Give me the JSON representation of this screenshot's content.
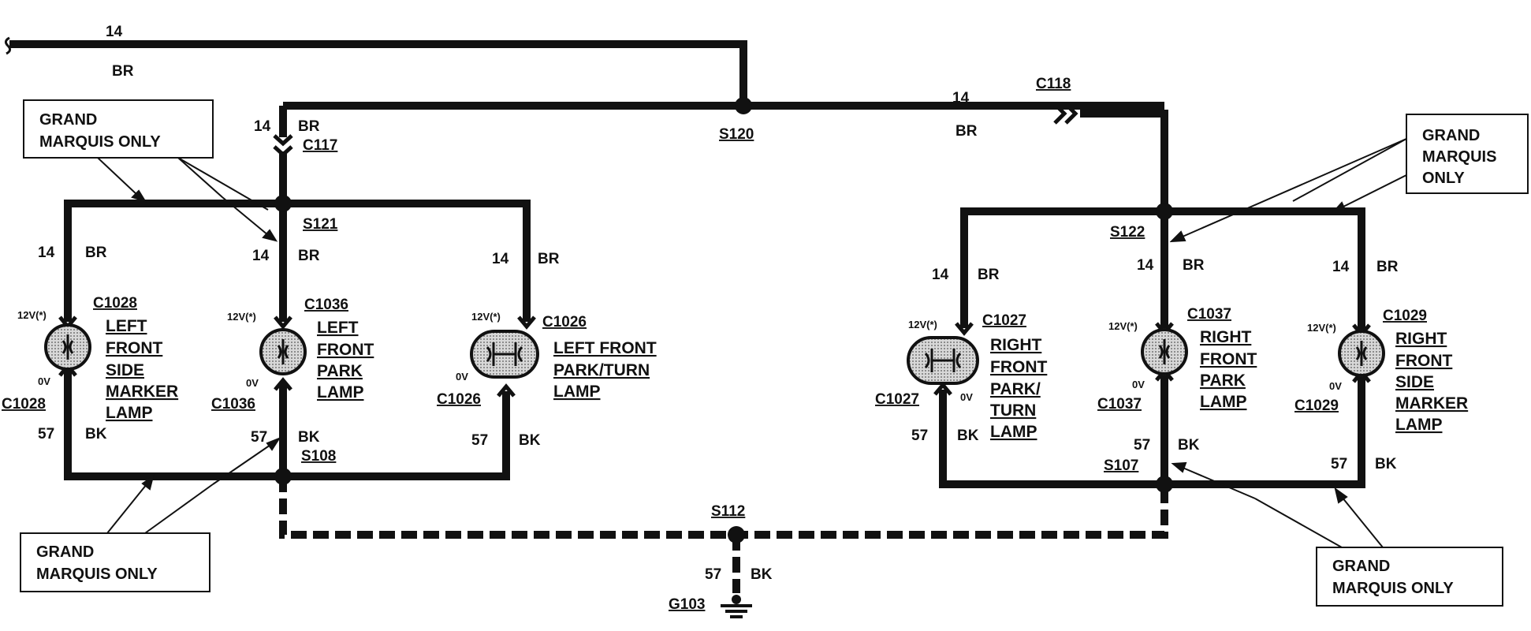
{
  "wires": {
    "top_gauge": "14",
    "top_color": "BR",
    "c117_gauge": "14",
    "c117_color": "BR",
    "c118_gauge": "14",
    "c118_color": "BR",
    "left_branch1_gauge": "14",
    "left_branch1_color": "BR",
    "left_branch2_gauge": "14",
    "left_branch2_color": "BR",
    "left_branch3_gauge": "14",
    "left_branch3_color": "BR",
    "right_branch1_gauge": "14",
    "right_branch1_color": "BR",
    "right_branch2_gauge": "14",
    "right_branch2_color": "BR",
    "right_branch3_gauge": "14",
    "right_branch3_color": "BR",
    "left_ground1_gauge": "57",
    "left_ground1_color": "BK",
    "left_ground2_gauge": "57",
    "left_ground2_color": "BK",
    "left_ground3_gauge": "57",
    "left_ground3_color": "BK",
    "right_ground1_gauge": "57",
    "right_ground1_color": "BK",
    "right_ground2_gauge": "57",
    "right_ground2_color": "BK",
    "right_ground3_gauge": "57",
    "right_ground3_color": "BK",
    "g103_gauge": "57",
    "g103_color": "BK"
  },
  "splices": {
    "s120": "S120",
    "s121": "S121",
    "s122": "S122",
    "s108": "S108",
    "s107": "S107",
    "s112": "S112"
  },
  "connectors": {
    "c117": "C117",
    "c118": "C118"
  },
  "ground": "G103",
  "notes": {
    "gm_text": "GRAND MARQUIS ONLY",
    "gm_line1": "GRAND",
    "gm_line2": "MARQUIS ONLY",
    "gm_line3": "MARQUIS",
    "gm_line4": "ONLY"
  },
  "voltages": {
    "v12": "12V(*)",
    "v0": "0V"
  },
  "lamps": {
    "c1028": {
      "connector": "C1028",
      "lines": [
        "LEFT",
        "FRONT",
        "SIDE",
        "MARKER",
        "LAMP"
      ]
    },
    "c1036": {
      "connector": "C1036",
      "lines": [
        "LEFT",
        "FRONT",
        "PARK",
        "LAMP"
      ]
    },
    "c1026": {
      "connector": "C1026",
      "lines": [
        "LEFT FRONT",
        "PARK/TURN",
        "LAMP"
      ]
    },
    "c1027": {
      "connector": "C1027",
      "lines": [
        "RIGHT",
        "FRONT",
        "PARK/",
        "TURN",
        "LAMP"
      ]
    },
    "c1037": {
      "connector": "C1037",
      "lines": [
        "RIGHT",
        "FRONT",
        "PARK",
        "LAMP"
      ]
    },
    "c1029": {
      "connector": "C1029",
      "lines": [
        "RIGHT",
        "FRONT",
        "SIDE",
        "MARKER",
        "LAMP"
      ]
    }
  }
}
